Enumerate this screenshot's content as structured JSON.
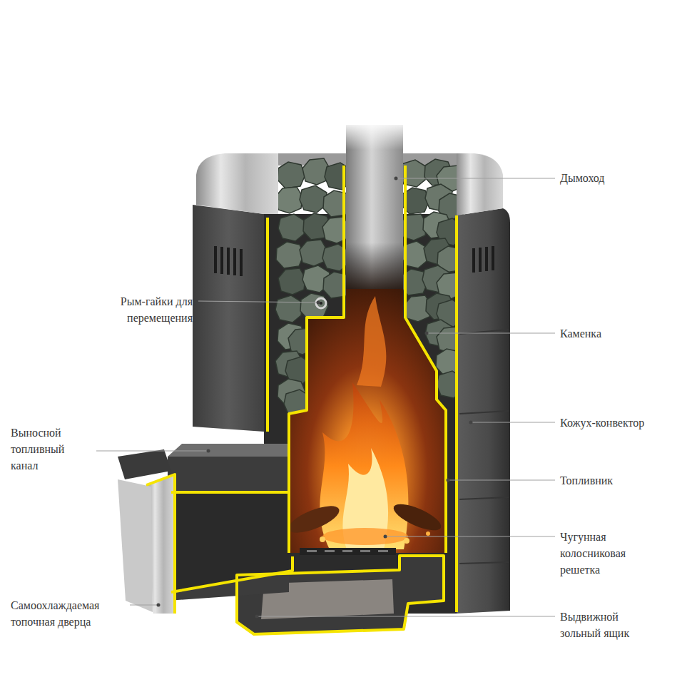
{
  "diagram": {
    "labels": [
      "Дымоход",
      "Рым-гайки для перемещения",
      "Каменка",
      "Кожух-конвектор",
      "Выносной топливный канал",
      "Топливник",
      "Чугунная колосниковая решетка",
      "Самоохлаждаемая топочная дверца",
      "Выдвижной зольный ящик"
    ]
  }
}
